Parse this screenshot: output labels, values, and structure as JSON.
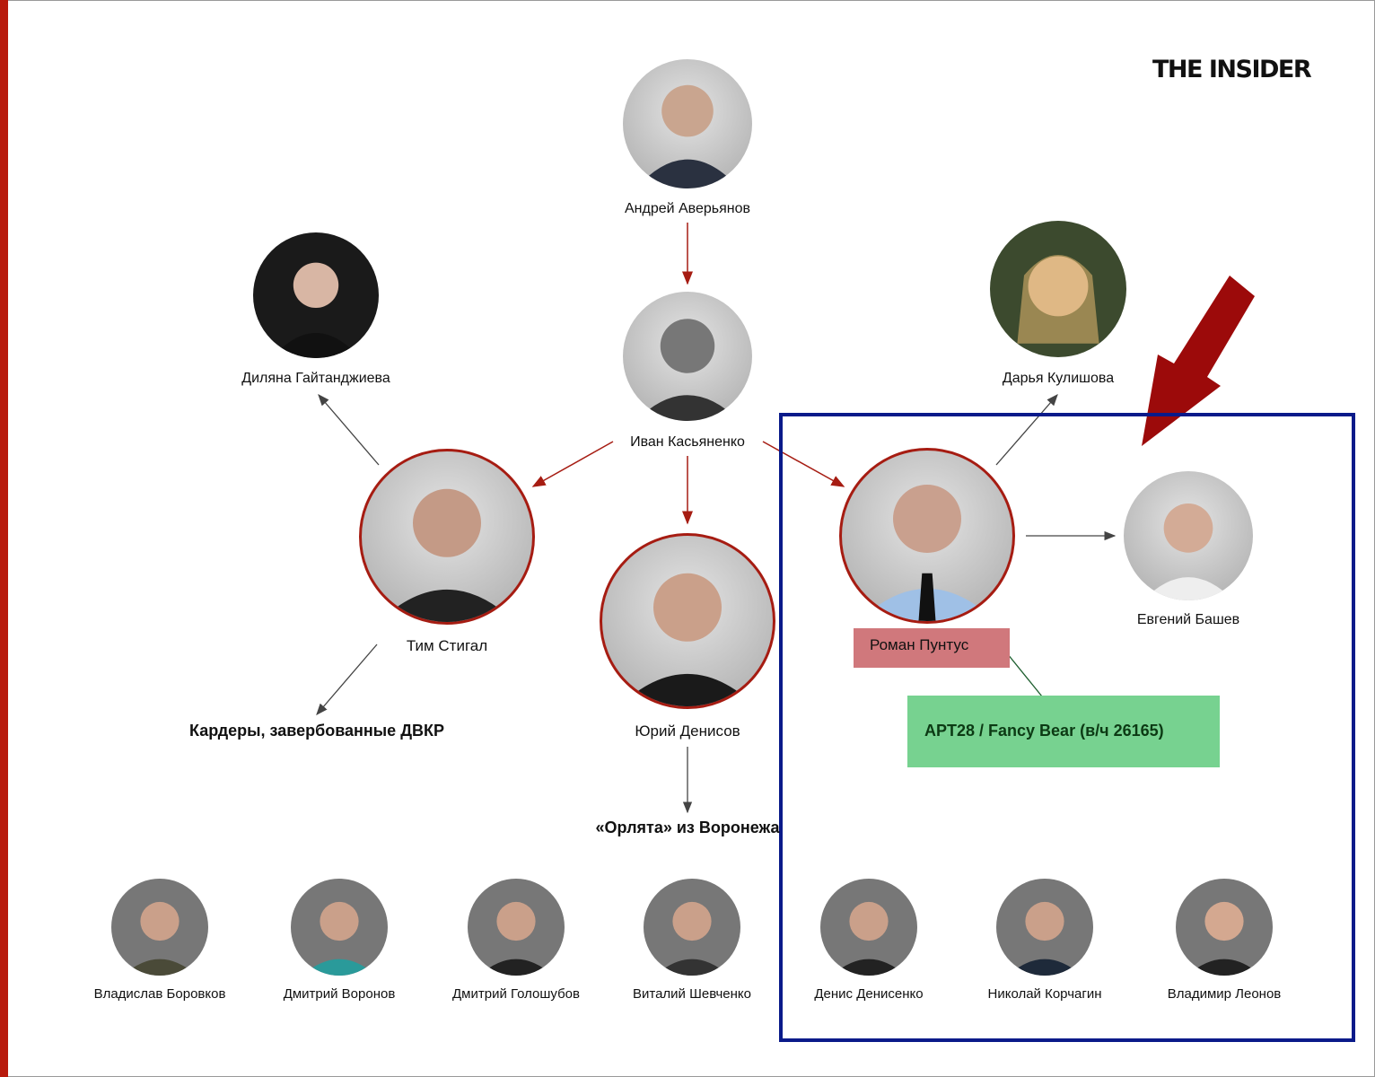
{
  "logo": "THE INSIDER",
  "people": {
    "averyanov": "Андрей Аверьянов",
    "kasyanenko": "Иван Касьяненко",
    "gaitandzhieva": "Диляна Гайтанджиева",
    "kulishova": "Дарья Кулишова",
    "stigal": "Тим Стигал",
    "denisov": "Юрий Денисов",
    "puntus": "Роман Пунтус",
    "bashev": "Евгений Башев"
  },
  "groups": {
    "carders": "Кардеры, завербованные ДВКР",
    "orlyata": "«Орлята» из Воронежа",
    "apt28": "APT28 / Fancy Bear (в/ч 26165)"
  },
  "bottom_row": [
    "Владислав Боровков",
    "Дмитрий Воронов",
    "Дмитрий Голошубов",
    "Виталий Шевченко",
    "Денис Денисенко",
    "Николай Корчагин",
    "Владимир Леонов"
  ],
  "colors": {
    "accent_red": "#a61c12",
    "highlight_blue": "#0a1a8a",
    "apt_green": "#77d290",
    "puntus_box": "#d0787c"
  }
}
